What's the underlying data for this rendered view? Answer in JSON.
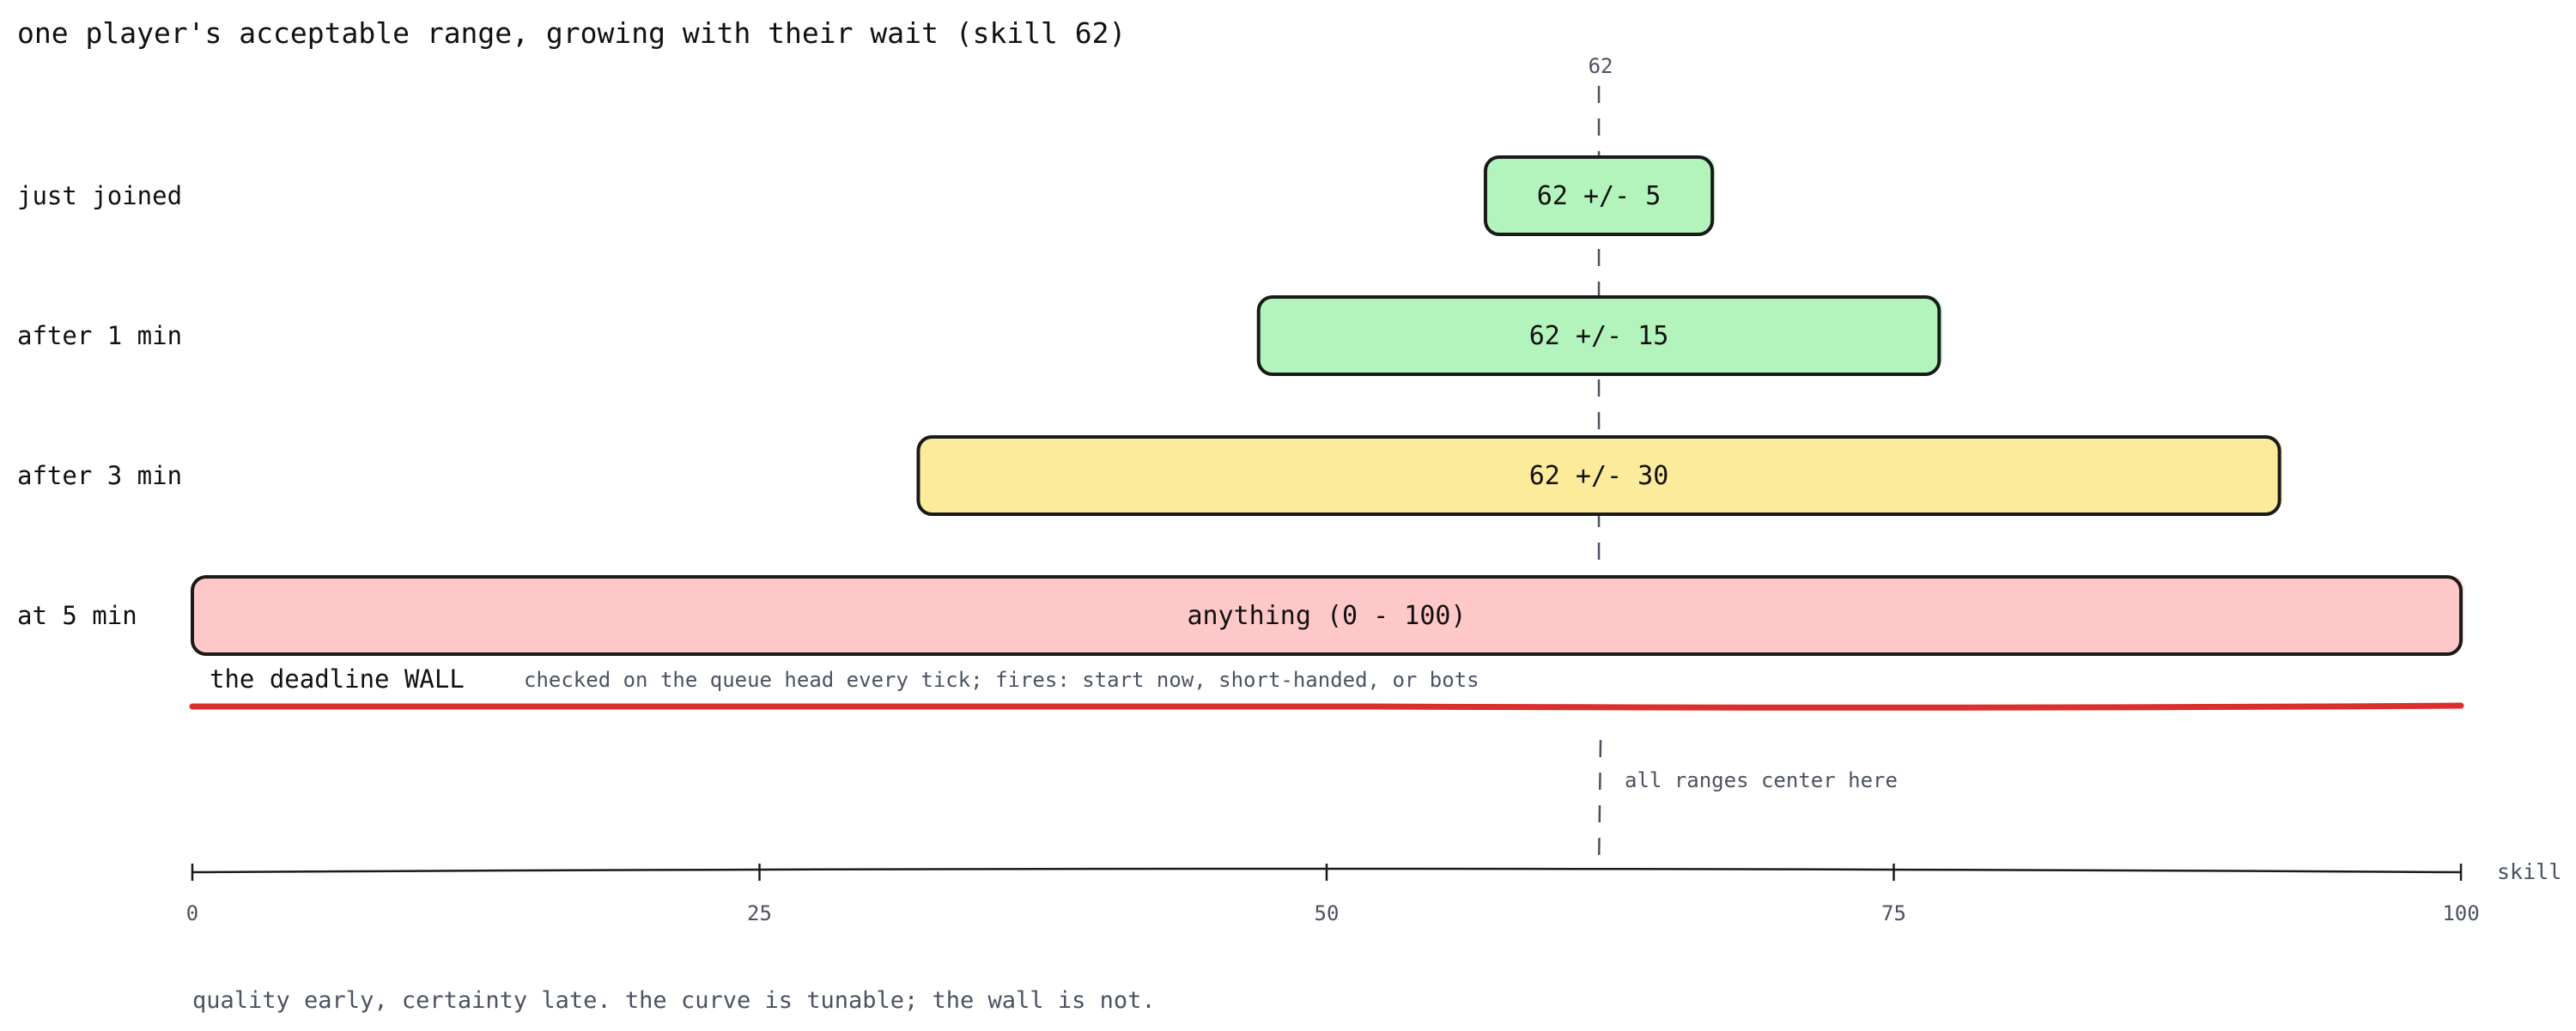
{
  "title": "one player's acceptable range, growing with their wait (skill 62)",
  "center_label": "62",
  "rows": [
    {
      "name": "just-joined",
      "label": "just joined",
      "range_text": "62 +/- 5",
      "min": 57,
      "max": 67,
      "fill": "#b3f4bd"
    },
    {
      "name": "after-1-min",
      "label": "after 1 min",
      "range_text": "62 +/- 15",
      "min": 47,
      "max": 77,
      "fill": "#b3f4bd"
    },
    {
      "name": "after-3-min",
      "label": "after 3 min",
      "range_text": "62 +/- 30",
      "min": 32,
      "max": 92,
      "fill": "#fdeb9c"
    },
    {
      "name": "at-5-min",
      "label": "at 5 min",
      "range_text": "anything (0 - 100)",
      "min": 0,
      "max": 100,
      "fill": "#ffc8c8"
    }
  ],
  "wall": {
    "title": "the deadline WALL",
    "note": "checked on the queue head every tick; fires: start now, short-handed, or bots",
    "color": "#dd2e2e"
  },
  "center_note": "all ranges center here",
  "axis": {
    "label": "skill",
    "ticks": [
      "0",
      "25",
      "50",
      "75",
      "100"
    ],
    "min": 0,
    "max": 100,
    "center_value": 62
  },
  "footnote": "quality early, certainty late. the curve is tunable; the wall is not."
}
